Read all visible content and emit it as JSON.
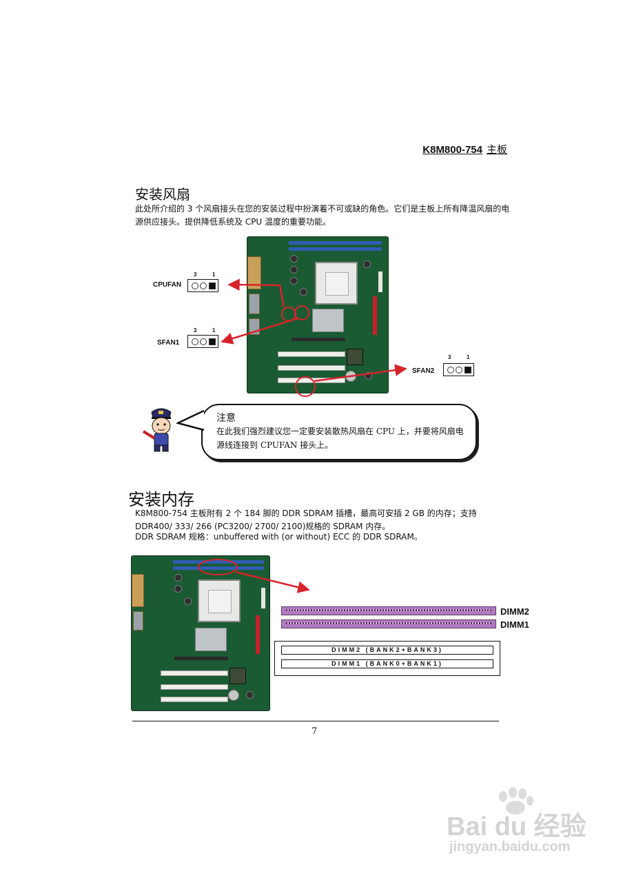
{
  "header": {
    "model": "K8M800-754",
    "suffix": "主板"
  },
  "fan_section": {
    "title": "安装风扇",
    "body": "此处所介绍的 3 个风扇接头在您的安装过程中扮演着不可或缺的角色。它们是主板上所有降温风扇的电源供应接头。提供降低系统及 CPU 温度的重要功能。",
    "connectors": [
      {
        "label": "CPUFAN",
        "pin_left": "3",
        "pin_right": "1"
      },
      {
        "label": "SFAN1",
        "pin_left": "3",
        "pin_right": "1"
      },
      {
        "label": "SFAN2",
        "pin_left": "3",
        "pin_right": "1"
      }
    ]
  },
  "note": {
    "title": "注意",
    "body": "在此我们强烈建议您一定要安装散热风扇在 CPU 上，并要将风扇电源线连接到 CPUFAN 接头上。"
  },
  "memory_section": {
    "title": "安装内存",
    "para1": "K8M800-754 主板附有 2 个 184 脚的 DDR SDRAM 插槽，最高可安插 2 GB 的内存；支持 DDR400/ 333/ 266 (PC3200/ 2700/ 2100)规格的 SDRAM 内存。",
    "para2": "DDR SDRAM 规格：unbuffered with (or without) ECC 的 DDR SDRAM。",
    "slot_labels": [
      "DIMM2",
      "DIMM1"
    ],
    "banks": [
      "DIMM2 (BANK2+BANK3)",
      "DIMM1 (BANK0+BANK1)"
    ]
  },
  "footer": {
    "page_number": "7"
  },
  "watermark": {
    "brand": "Bai du 经验",
    "url": "jingyan.baidu.com"
  },
  "colors": {
    "arrow": "#d8232a",
    "board": "#1b5b33",
    "dimm": "#b07cc0"
  }
}
